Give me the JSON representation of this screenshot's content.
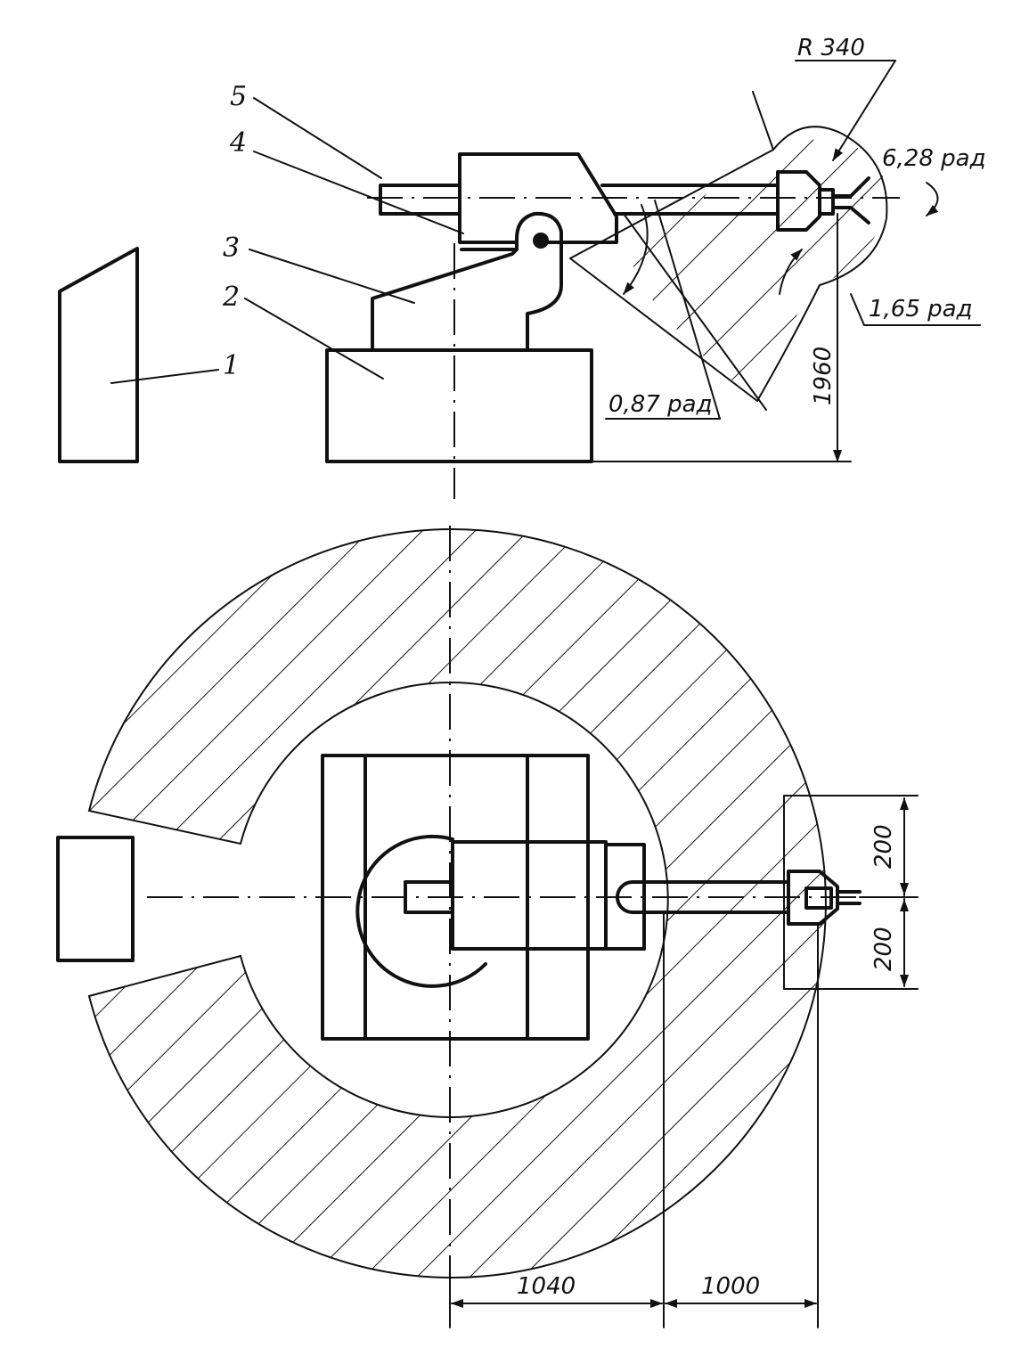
{
  "labels": {
    "part_1": "1",
    "part_2": "2",
    "part_3": "3",
    "part_4": "4",
    "part_5": "5"
  },
  "dimensions": {
    "radius": "R 340",
    "rotation_wrist": "6,28 рад",
    "angle_arm": "0,87 рад",
    "angle_wrist": "1,65 рад",
    "height": "1960",
    "half_width_top": "200",
    "half_width_bottom": "200",
    "reach_inner": "1040",
    "reach_outer": "1000"
  },
  "colors": {
    "ink": "#111111",
    "paper": "#ffffff"
  }
}
